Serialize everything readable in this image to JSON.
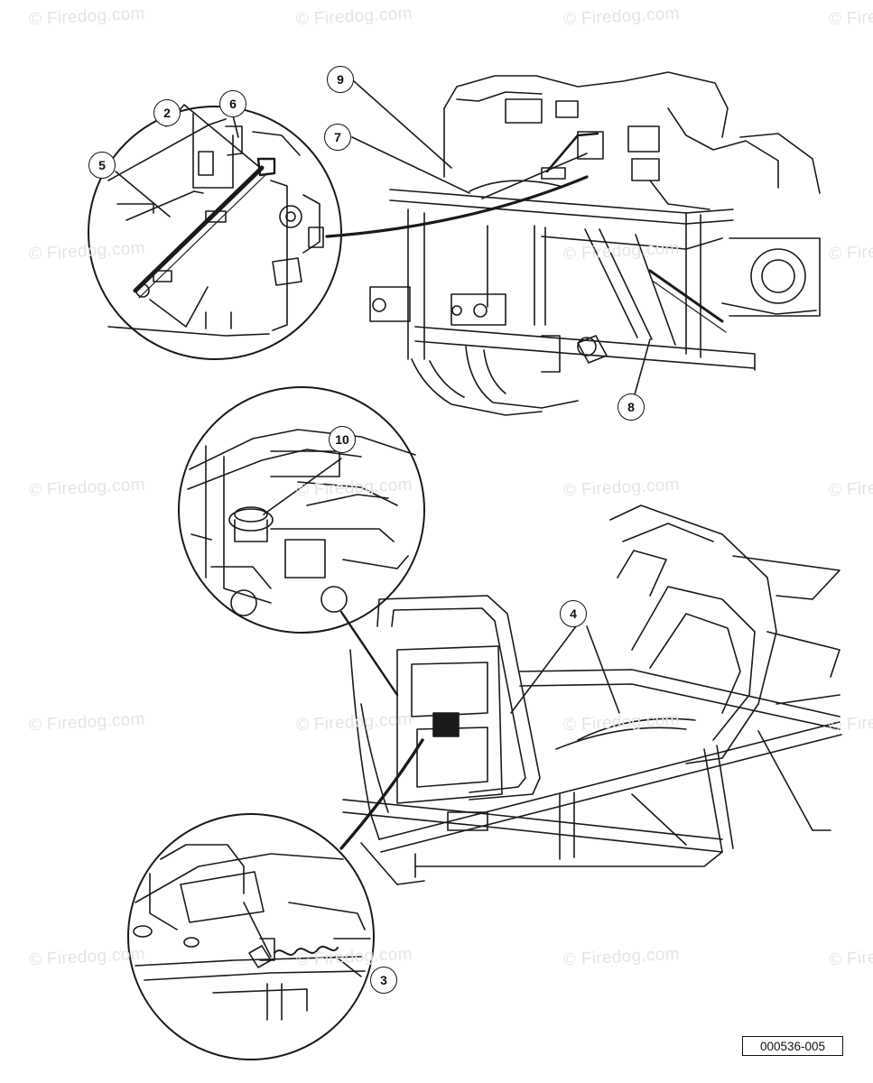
{
  "watermark": "© Firedog.com",
  "callouts": {
    "c2": "2",
    "c6": "6",
    "c5": "5",
    "c9": "9",
    "c7": "7",
    "c8": "8",
    "c10": "10",
    "c4": "4",
    "c3": "3"
  },
  "part_code": "000536-005"
}
